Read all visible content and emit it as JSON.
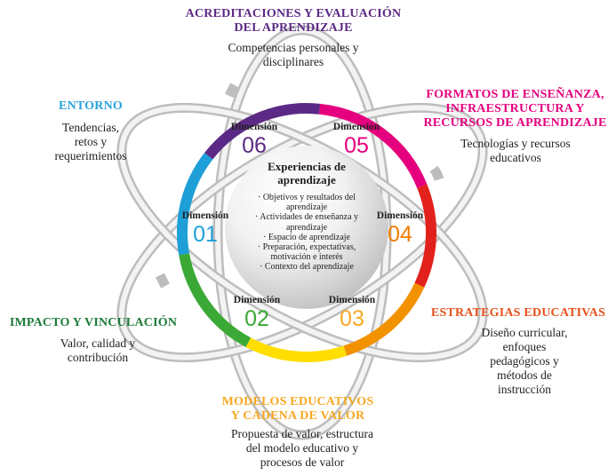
{
  "colors": {
    "purple": "#5c2a86",
    "magenta": "#e5007e",
    "red": "#e3211c",
    "orange": "#f39200",
    "yellow": "#ffde00",
    "green": "#3aa935",
    "blue": "#1e9fd8",
    "dark_green": "#1d7a3a",
    "strategy_orange": "#e8511c",
    "model_orange": "#f7a823",
    "entorno_blue": "#29a3dc"
  },
  "center": {
    "title": [
      "Experiencias de",
      "aprendizaje"
    ],
    "items": [
      "· Objetivos y resultados del aprendizaje",
      "· Actividades de enseñanza y aprendizaje",
      "· Espacio de aprendizaje",
      "· Preparación, expectativas, motivación e interés",
      "· Contexto del aprendizaje"
    ]
  },
  "dimension_label": "Dimensión",
  "dimensions": [
    {
      "num": "06"
    },
    {
      "num": "05"
    },
    {
      "num": "01"
    },
    {
      "num": "04"
    },
    {
      "num": "02"
    },
    {
      "num": "03"
    }
  ],
  "blocks": {
    "acreditaciones": {
      "title": [
        "ACREDITACIONES Y EVALUACIÓN",
        "DEL APRENDIZAJE"
      ],
      "desc": [
        "Competencias personales y",
        "disciplinares"
      ]
    },
    "formatos": {
      "title": [
        "FORMATOS DE ENSEÑANZA,",
        "INFRAESTRUCTURA Y",
        "RECURSOS DE APRENDIZAJE"
      ],
      "desc": [
        "Tecnologías y recursos",
        "educativos"
      ]
    },
    "entorno": {
      "title": [
        "ENTORNO"
      ],
      "desc": [
        "Tendencias,",
        "retos y",
        "requerimientos"
      ]
    },
    "impacto": {
      "title": [
        "IMPACTO Y VINCULACIÓN"
      ],
      "desc": [
        "Valor, calidad y",
        "contribución"
      ]
    },
    "estrategias": {
      "title": [
        "ESTRATEGIAS EDUCATIVAS"
      ],
      "desc": [
        "Diseño curricular,",
        "enfoques",
        "pedagógicos y",
        "métodos de",
        "instrucción"
      ]
    },
    "modelos": {
      "title": [
        "MODELOS EDUCATIVOS",
        "Y CADENA DE VALOR"
      ],
      "desc": [
        "Propuesta de valor, estructura",
        "del modelo educativo y",
        "procesos de valor"
      ]
    }
  }
}
